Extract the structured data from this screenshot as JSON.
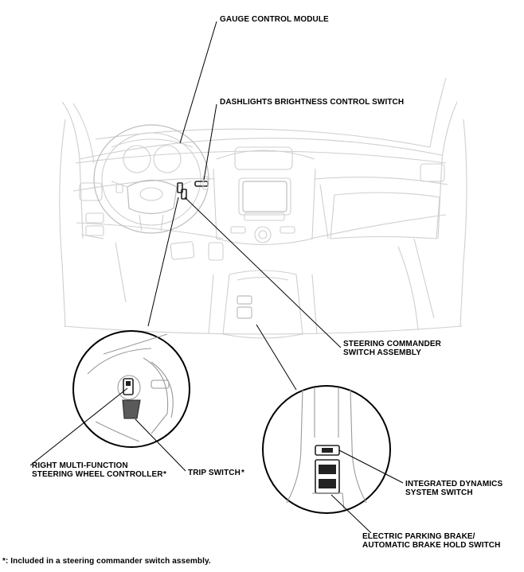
{
  "labels": {
    "gauge_control_module": "GAUGE CONTROL MODULE",
    "dashlights_switch": "DASHLIGHTS BRIGHTNESS CONTROL SWITCH",
    "steering_commander_line1": "STEERING COMMANDER",
    "steering_commander_line2": "SWITCH ASSEMBLY",
    "right_mf_line1": "RIGHT MULTI-FUNCTION",
    "right_mf_line2": "STEERING WHEEL CONTROLLER",
    "trip_switch": "TRIP SWITCH",
    "ids_line1": "INTEGRATED DYNAMICS",
    "ids_line2": "SYSTEM SWITCH",
    "epb_line1": "ELECTRIC PARKING BRAKE/",
    "epb_line2": "AUTOMATIC BRAKE HOLD SWITCH"
  },
  "footnote": "*: Included in a steering commander switch assembly.",
  "footnote_mark": "*"
}
